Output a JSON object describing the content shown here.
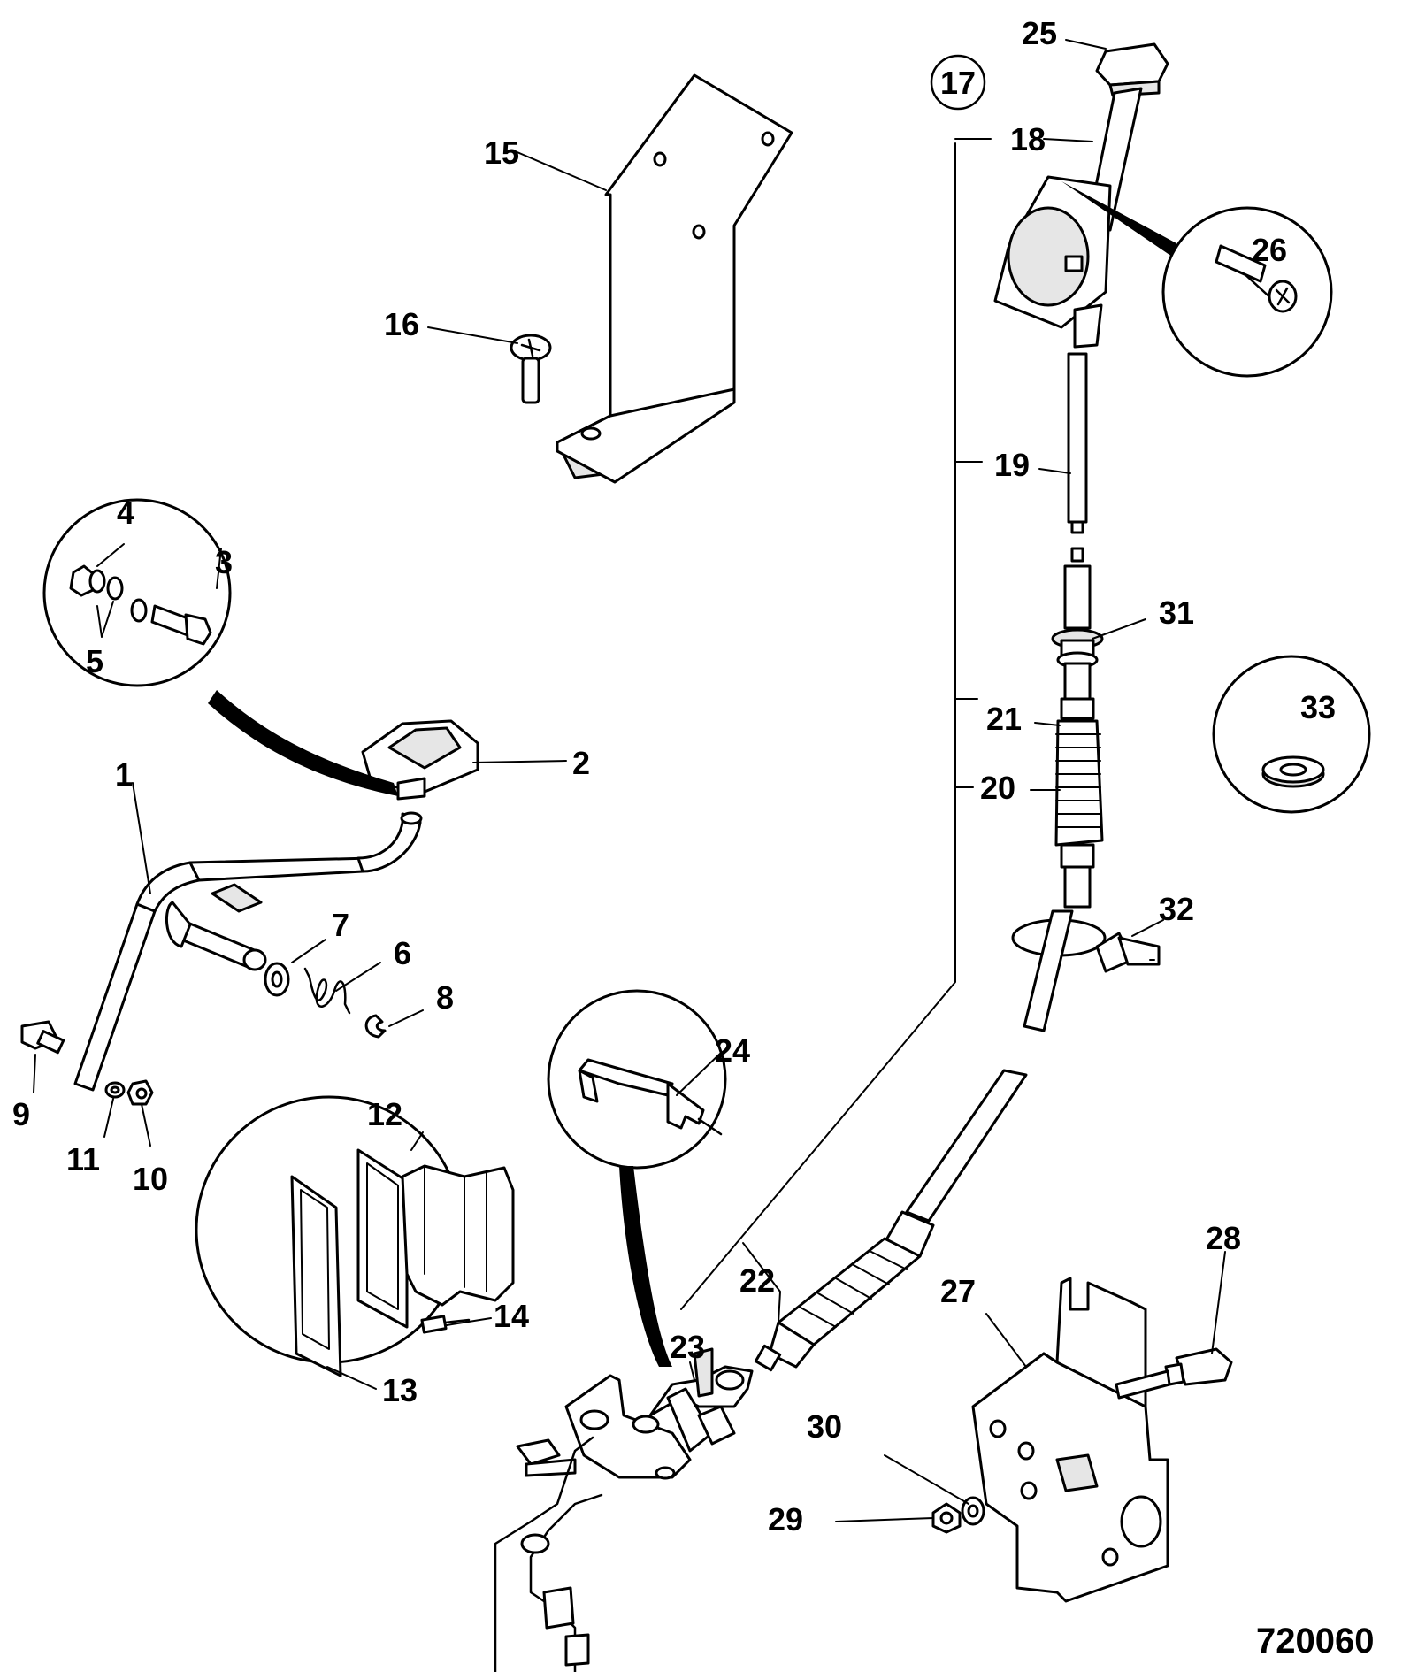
{
  "figure_number": "720060",
  "callouts": {
    "c1": "1",
    "c2": "2",
    "c3": "3",
    "c4": "4",
    "c5": "5",
    "c6": "6",
    "c7": "7",
    "c8": "8",
    "c9": "9",
    "c10": "10",
    "c11": "11",
    "c12": "12",
    "c13": "13",
    "c14": "14",
    "c15": "15",
    "c16": "16",
    "c17": "17",
    "c18": "18",
    "c19": "19",
    "c20": "20",
    "c21": "21",
    "c22": "22",
    "c23": "23",
    "c24": "24",
    "c25": "25",
    "c26": "26",
    "c27": "27",
    "c28": "28",
    "c29": "29",
    "c30": "30",
    "c31": "31",
    "c32": "32",
    "c33": "33"
  }
}
